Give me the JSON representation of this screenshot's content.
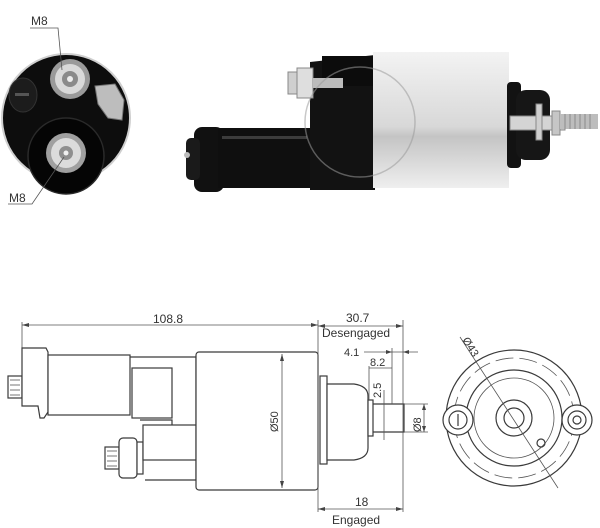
{
  "photo_end_view": {
    "label_top": "M8",
    "label_bottom": "M8"
  },
  "side_drawing": {
    "overall_length": "108.8",
    "body_diameter": "Ø50",
    "desengaged_length": "30.7",
    "desengaged_label": "Desengaged",
    "offset_1": "4.1",
    "offset_2": "8.2",
    "stroke": "2.5",
    "plunger_diameter": "Ø8",
    "engaged_length": "18",
    "engaged_label": "Engaged"
  },
  "end_drawing": {
    "flange_diameter": "Ø43"
  },
  "colors": {
    "line": "#3a3a3a",
    "black_body": "#111111",
    "silver_body": "#e6e6e6"
  }
}
